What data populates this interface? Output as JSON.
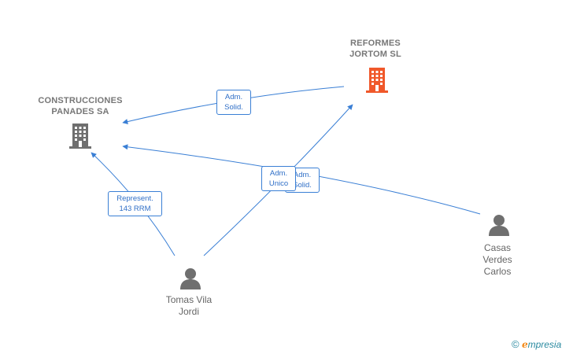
{
  "nodes": {
    "reformes": {
      "title": "REFORMES\nJORTOM  SL",
      "type": "company",
      "highlight": true,
      "icon": "building-icon"
    },
    "construcciones": {
      "title": "CONSTRUCCIONES\nPANADES SA",
      "type": "company",
      "highlight": false,
      "icon": "building-icon"
    },
    "tomas": {
      "title": "Tomas Vila\nJordi",
      "type": "person",
      "icon": "person-icon"
    },
    "casas": {
      "title": "Casas\nVerdes\nCarlos",
      "type": "person",
      "icon": "person-icon"
    }
  },
  "edges": {
    "reformes_to_construcciones": {
      "label": "Adm.\nSolid."
    },
    "tomas_to_construcciones": {
      "label": "Represent.\n143 RRM"
    },
    "tomas_to_reformes": {
      "label": "Adm.\nUnico"
    },
    "casas_to_construcciones": {
      "label": "Adm.\nSolid."
    }
  },
  "colors": {
    "edge": "#3a7fd5",
    "company_icon": "#6f6f6f",
    "highlight_icon": "#f0582a",
    "person_icon": "#6f6f6f"
  },
  "watermark": {
    "copyright": "©",
    "brand_initial": "e",
    "brand_rest": "mpresia"
  }
}
